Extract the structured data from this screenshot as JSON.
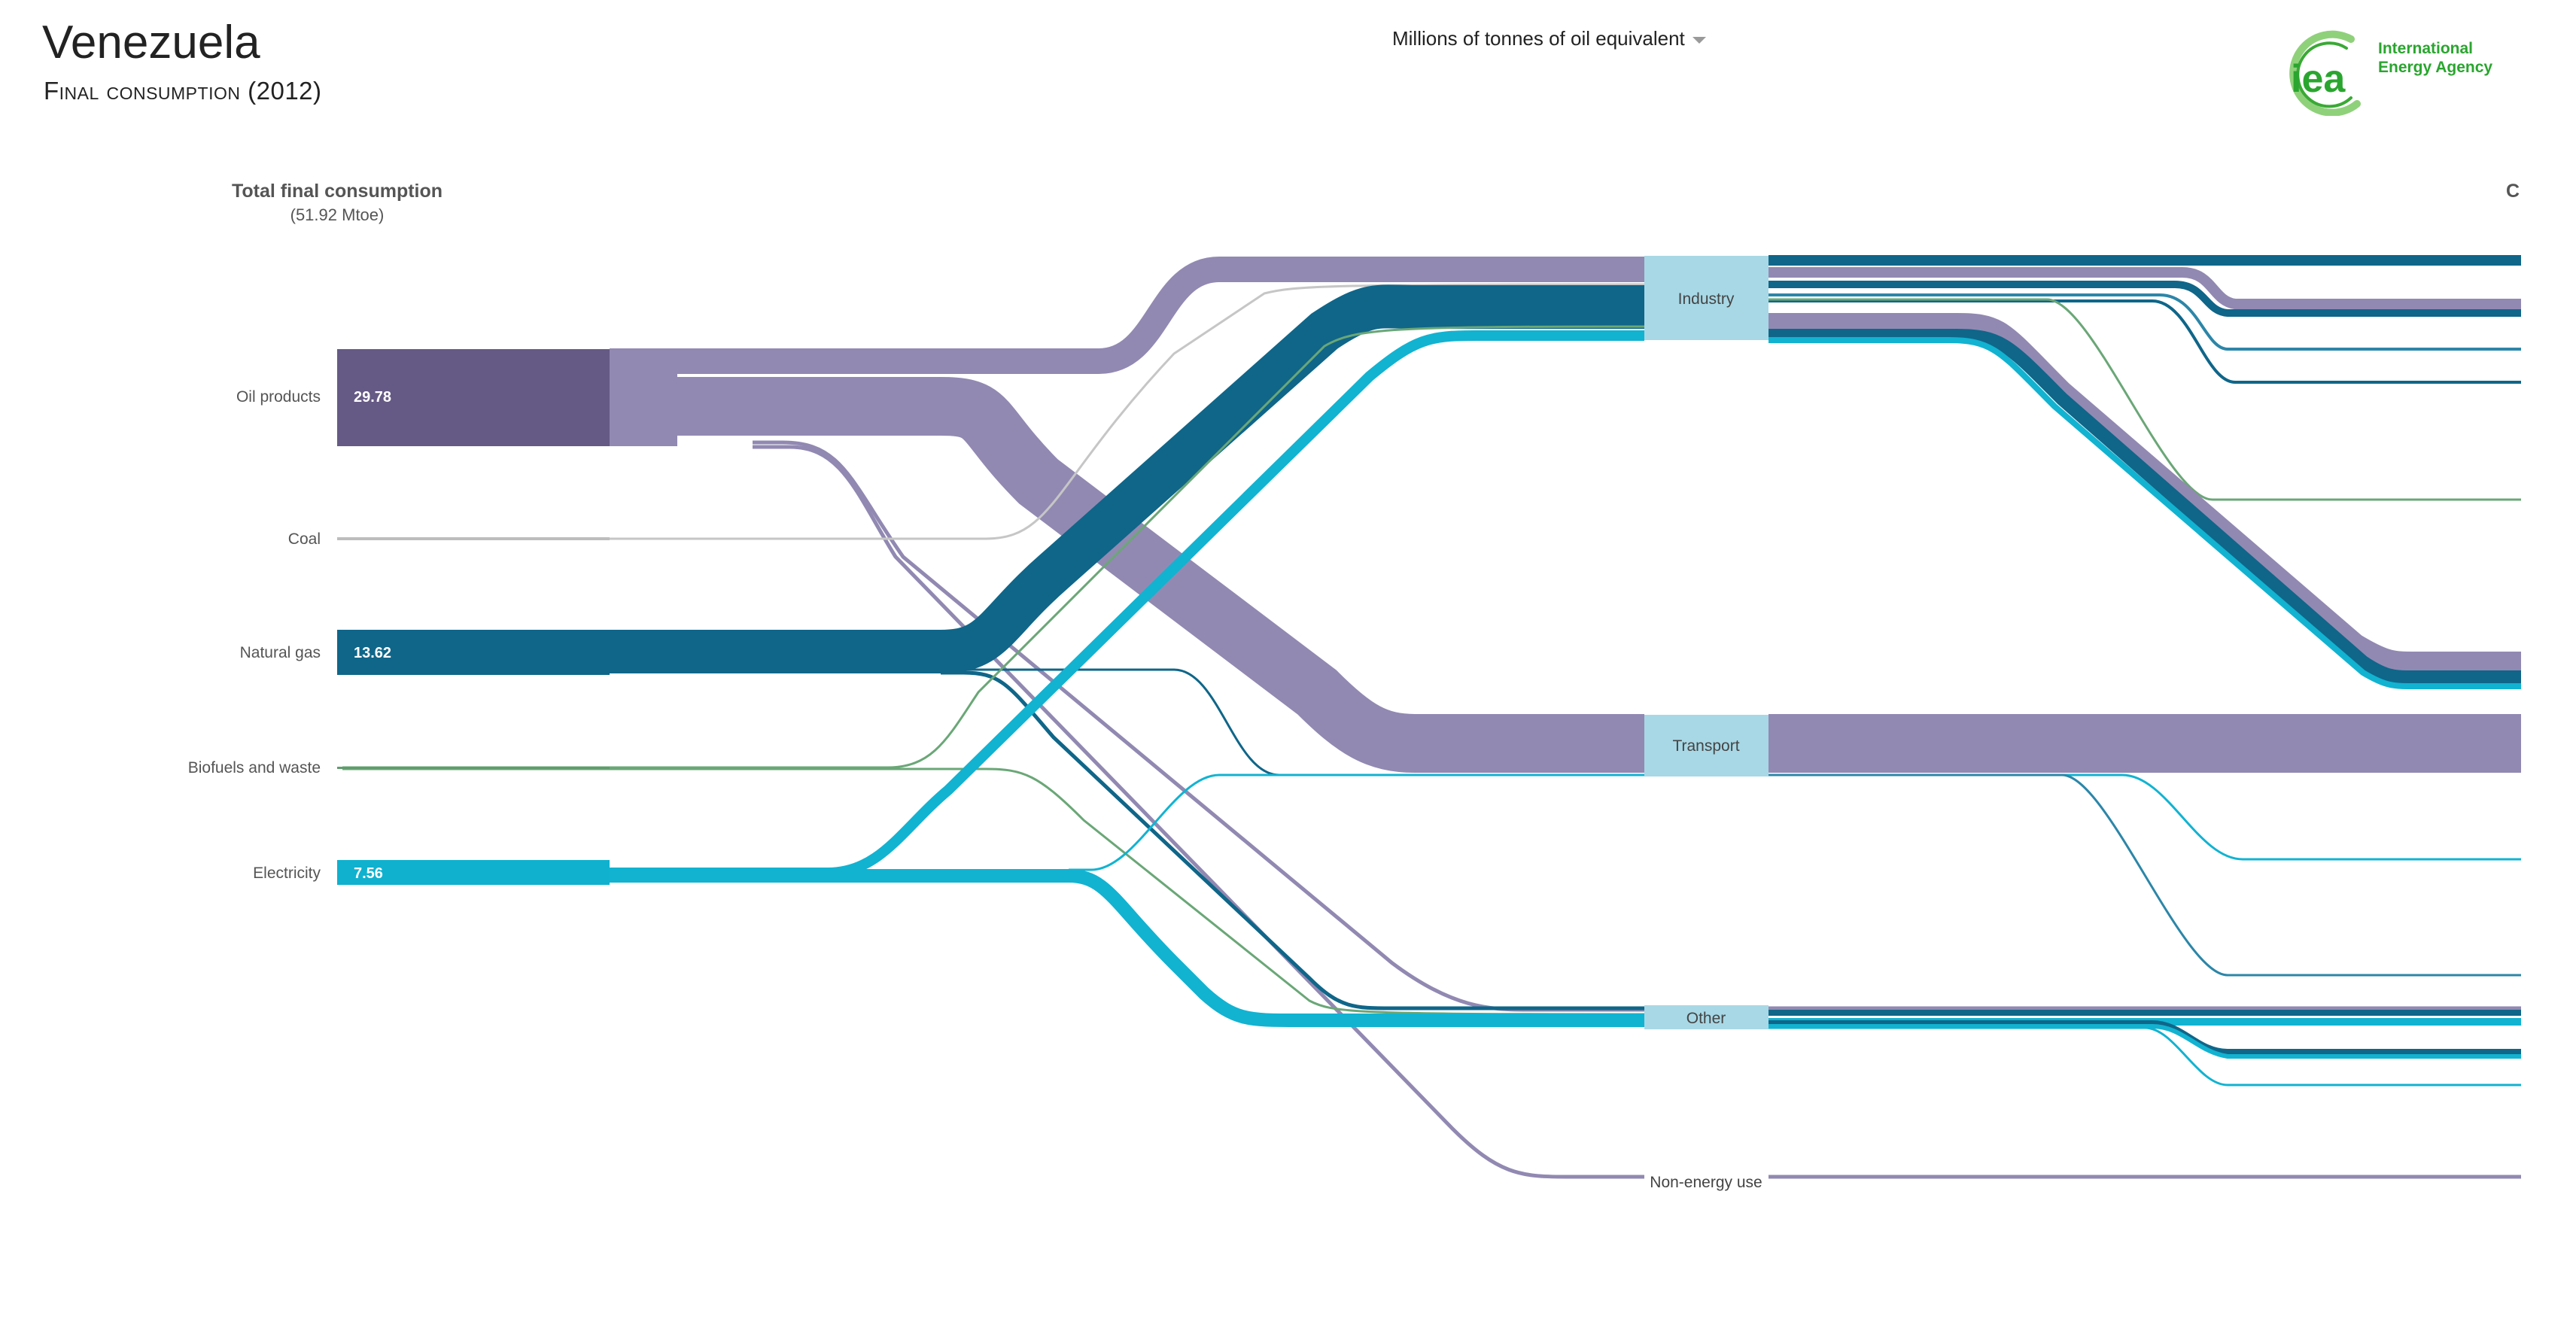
{
  "header": {
    "title": "Venezuela",
    "subtitle": "Final consumption (2012)",
    "unit_selector": "Millions of tonnes of oil equivalent"
  },
  "logo": {
    "mark": "iea",
    "text_line1": "International",
    "text_line2": "Energy Agency",
    "color": "#3aa935"
  },
  "diagram": {
    "left_title": "Total final consumption",
    "left_subtitle": "(51.92 Mtoe)",
    "right_title_fragment": "C",
    "sources": [
      {
        "label": "Oil products",
        "value": "29.78",
        "color": "#655985"
      },
      {
        "label": "Coal",
        "value": "",
        "color": "#bdbdbd"
      },
      {
        "label": "Natural gas",
        "value": "13.62",
        "color": "#0f6689"
      },
      {
        "label": "Biofuels and waste",
        "value": "",
        "color": "#5f9c6d"
      },
      {
        "label": "Electricity",
        "value": "7.56",
        "color": "#0fb1cf"
      }
    ],
    "sectors": [
      {
        "label": "Industry"
      },
      {
        "label": "Transport"
      },
      {
        "label": "Other"
      },
      {
        "label": "Non-energy use"
      }
    ],
    "colors": {
      "oil_flow": "#9289b2",
      "gas_flow": "#0f6689",
      "electricity_flow": "#11b3d1",
      "biofuel_flow": "#6aa777",
      "coal_flow": "#c6c6c6",
      "sector_node": "#a8d8e6"
    }
  }
}
